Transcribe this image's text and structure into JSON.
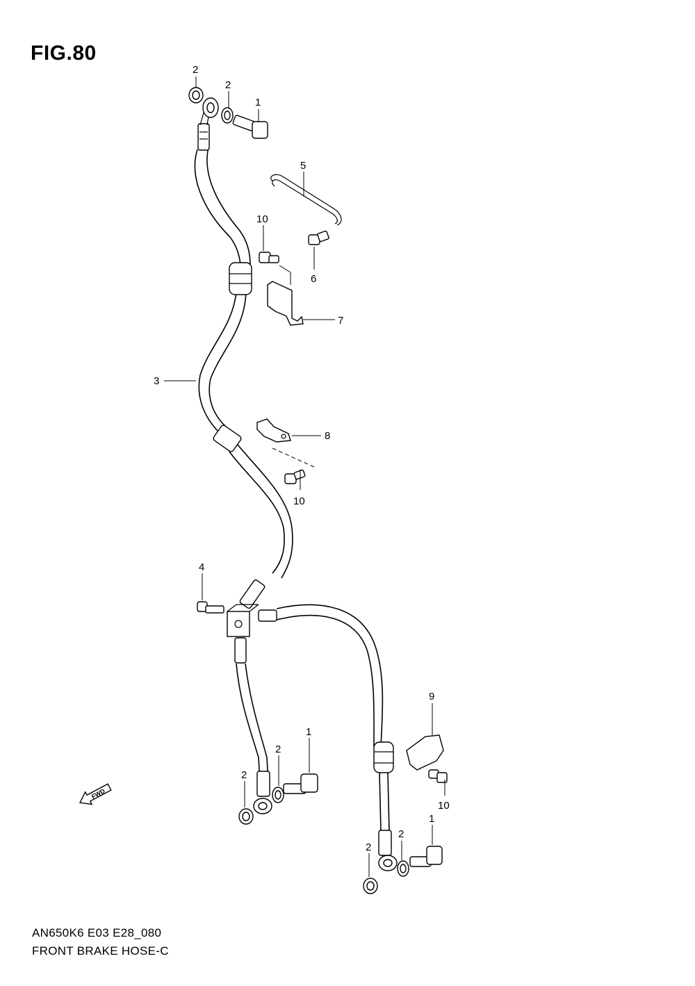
{
  "figure_title": "FIG.80",
  "model_code": "AN650K6 E03 E28_080",
  "caption": "FRONT BRAKE HOSE-C",
  "fwd_label": "FWD",
  "callouts": [
    {
      "id": "c1a",
      "label": "2"
    },
    {
      "id": "c1b",
      "label": "2"
    },
    {
      "id": "c1c",
      "label": "1"
    },
    {
      "id": "c2",
      "label": "5"
    },
    {
      "id": "c3",
      "label": "10"
    },
    {
      "id": "c4",
      "label": "6"
    },
    {
      "id": "c5",
      "label": "7"
    },
    {
      "id": "c6",
      "label": "3"
    },
    {
      "id": "c7",
      "label": "8"
    },
    {
      "id": "c8",
      "label": "10"
    },
    {
      "id": "c9",
      "label": "4"
    },
    {
      "id": "c10",
      "label": "9"
    },
    {
      "id": "c11",
      "label": "1"
    },
    {
      "id": "c12",
      "label": "2"
    },
    {
      "id": "c13",
      "label": "2"
    },
    {
      "id": "c14",
      "label": "10"
    },
    {
      "id": "c15",
      "label": "1"
    },
    {
      "id": "c16",
      "label": "2"
    },
    {
      "id": "c17",
      "label": "2"
    }
  ]
}
